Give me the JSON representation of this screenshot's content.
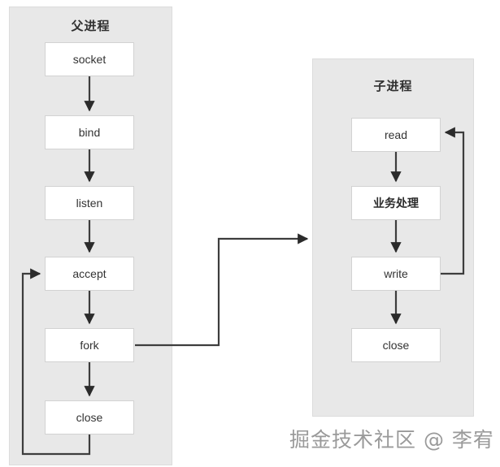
{
  "diagram": {
    "type": "flowchart",
    "title": "",
    "panels": [
      {
        "id": "parent",
        "title": "父进程",
        "nodes": [
          {
            "id": "socket",
            "label": "socket"
          },
          {
            "id": "bind",
            "label": "bind"
          },
          {
            "id": "listen",
            "label": "listen"
          },
          {
            "id": "accept",
            "label": "accept"
          },
          {
            "id": "fork",
            "label": "fork"
          },
          {
            "id": "close",
            "label": "close"
          }
        ]
      },
      {
        "id": "child",
        "title": "子进程",
        "nodes": [
          {
            "id": "read",
            "label": "read"
          },
          {
            "id": "biz",
            "label": "业务处理"
          },
          {
            "id": "write",
            "label": "write"
          },
          {
            "id": "close",
            "label": "close"
          }
        ]
      }
    ],
    "edges": [
      {
        "from": "socket",
        "to": "bind",
        "kind": "straight-down"
      },
      {
        "from": "bind",
        "to": "listen",
        "kind": "straight-down"
      },
      {
        "from": "listen",
        "to": "accept",
        "kind": "straight-down"
      },
      {
        "from": "accept",
        "to": "fork",
        "kind": "straight-down"
      },
      {
        "from": "fork",
        "to": "close",
        "kind": "straight-down"
      },
      {
        "from": "close",
        "to": "accept",
        "kind": "loop-back-left"
      },
      {
        "from": "fork",
        "to": "child-panel",
        "kind": "cross-panel-right"
      },
      {
        "from": "read",
        "to": "biz",
        "kind": "straight-down"
      },
      {
        "from": "biz",
        "to": "write",
        "kind": "straight-down"
      },
      {
        "from": "write",
        "to": "close",
        "kind": "straight-down"
      },
      {
        "from": "write",
        "to": "read",
        "kind": "loop-back-right"
      }
    ],
    "colors": {
      "panel_background": "#e8e8e8",
      "panel_border": "#dcdcdc",
      "node_background": "#ffffff",
      "node_border": "#d2d2d2",
      "edge": "#3d3d3d",
      "text": "#333333",
      "watermark": "#9a9a9a",
      "canvas": "#ffffff"
    }
  },
  "watermark": {
    "text": "掘金技术社区 @ 李宥"
  }
}
